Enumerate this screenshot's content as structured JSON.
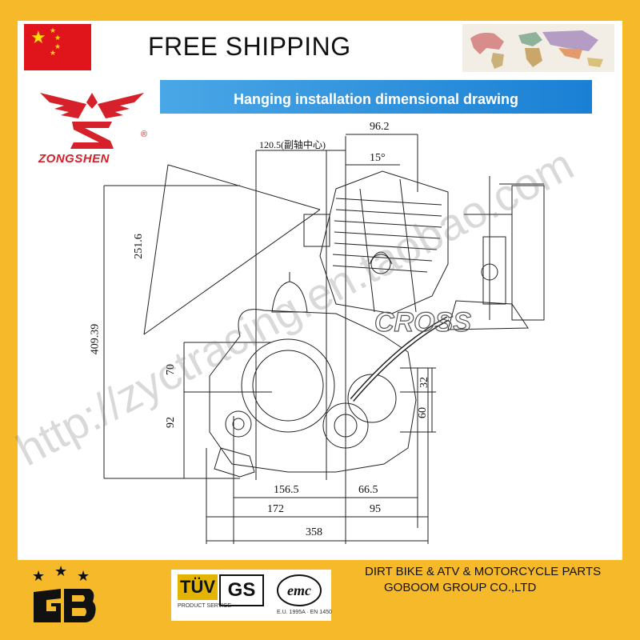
{
  "header": {
    "title": "FREE SHIPPING",
    "banner": "Hanging installation dimensional drawing"
  },
  "brand": {
    "name": "ZONGSHEN",
    "registered": "®"
  },
  "drawing": {
    "dims": {
      "d120": "120.5(副轴中心)",
      "d962": "96.2",
      "angle": "15°",
      "d2516": "251.6",
      "d40939": "409.39",
      "d70": "70",
      "d92": "92",
      "d32": "32",
      "d60": "60",
      "d1565": "156.5",
      "d665": "66.5",
      "d172": "172",
      "d95": "95",
      "d358": "358"
    },
    "overlay": "CROSS",
    "watermark": "http://zyctracing.en.taobao.com"
  },
  "footer": {
    "tuv": "TÜV",
    "gs": "GS",
    "tuv_sub": "PRODUCT SERVICE",
    "emc": "emc",
    "emc_sub": "E.U. 1995A · EN 1450",
    "line1": "DIRT BIKE & ATV & MOTORCYCLE PARTS",
    "line2": "GOBOOM GROUP CO.,LTD"
  },
  "colors": {
    "frame": "#f6b92a",
    "flag": "#e0151b",
    "star": "#ffde00",
    "brand_red": "#d6202a",
    "banner": "#1a80d4"
  }
}
